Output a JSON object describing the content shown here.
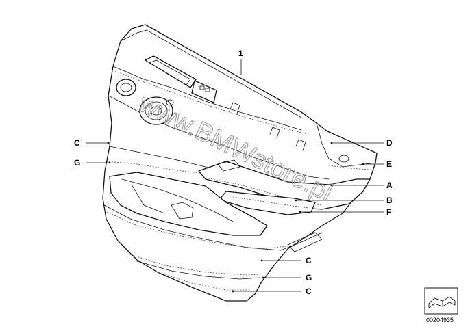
{
  "diagram": {
    "callouts": {
      "part_1": "1",
      "c_upper": "C",
      "g_upper": "G",
      "d": "D",
      "e": "E",
      "a": "A",
      "b": "B",
      "f": "F",
      "c_mid": "C",
      "g_lower": "G",
      "c_lower": "C"
    },
    "watermark": "www.BMWstore.pl",
    "reference_number": "00204935",
    "icon": "catalog-symbol-icon"
  }
}
